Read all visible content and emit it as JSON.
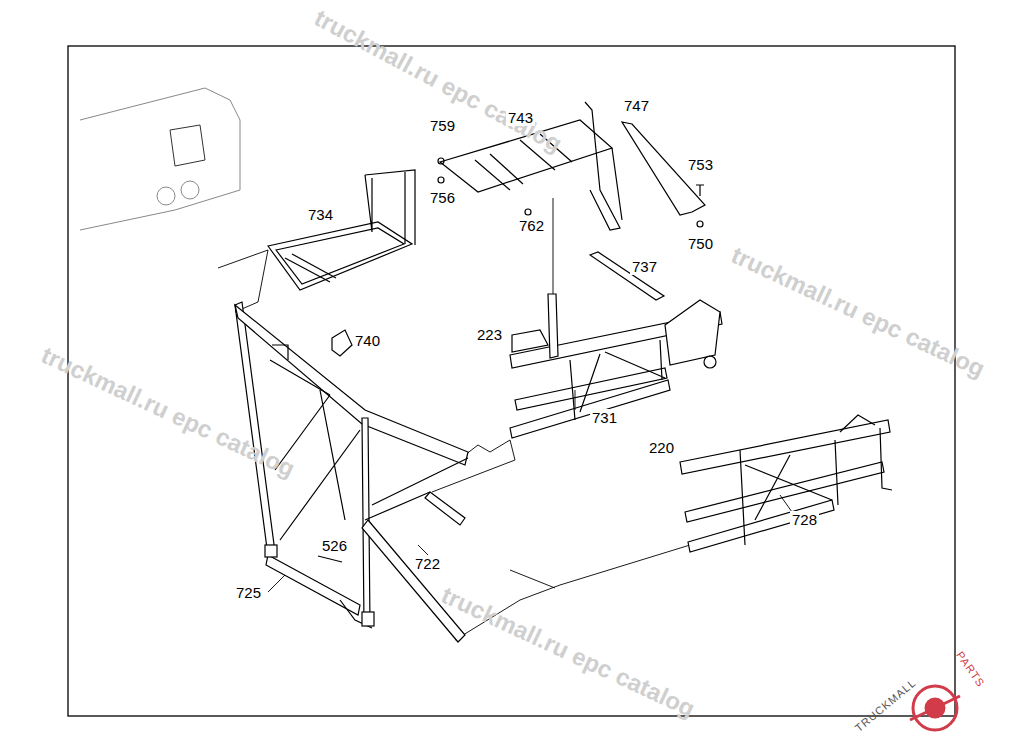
{
  "diagram": {
    "labels": [
      "759",
      "743",
      "747",
      "753",
      "756",
      "762",
      "750",
      "734",
      "737",
      "740",
      "223",
      "731",
      "220",
      "728",
      "526",
      "722",
      "725",
      "truckmall.ru epc catalog",
      "truckmall.ru epc catalog",
      "truckmall.ru epc catalog",
      "truckmall.ru epc catalog",
      "TRUCKMALL",
      "PARTS"
    ]
  }
}
